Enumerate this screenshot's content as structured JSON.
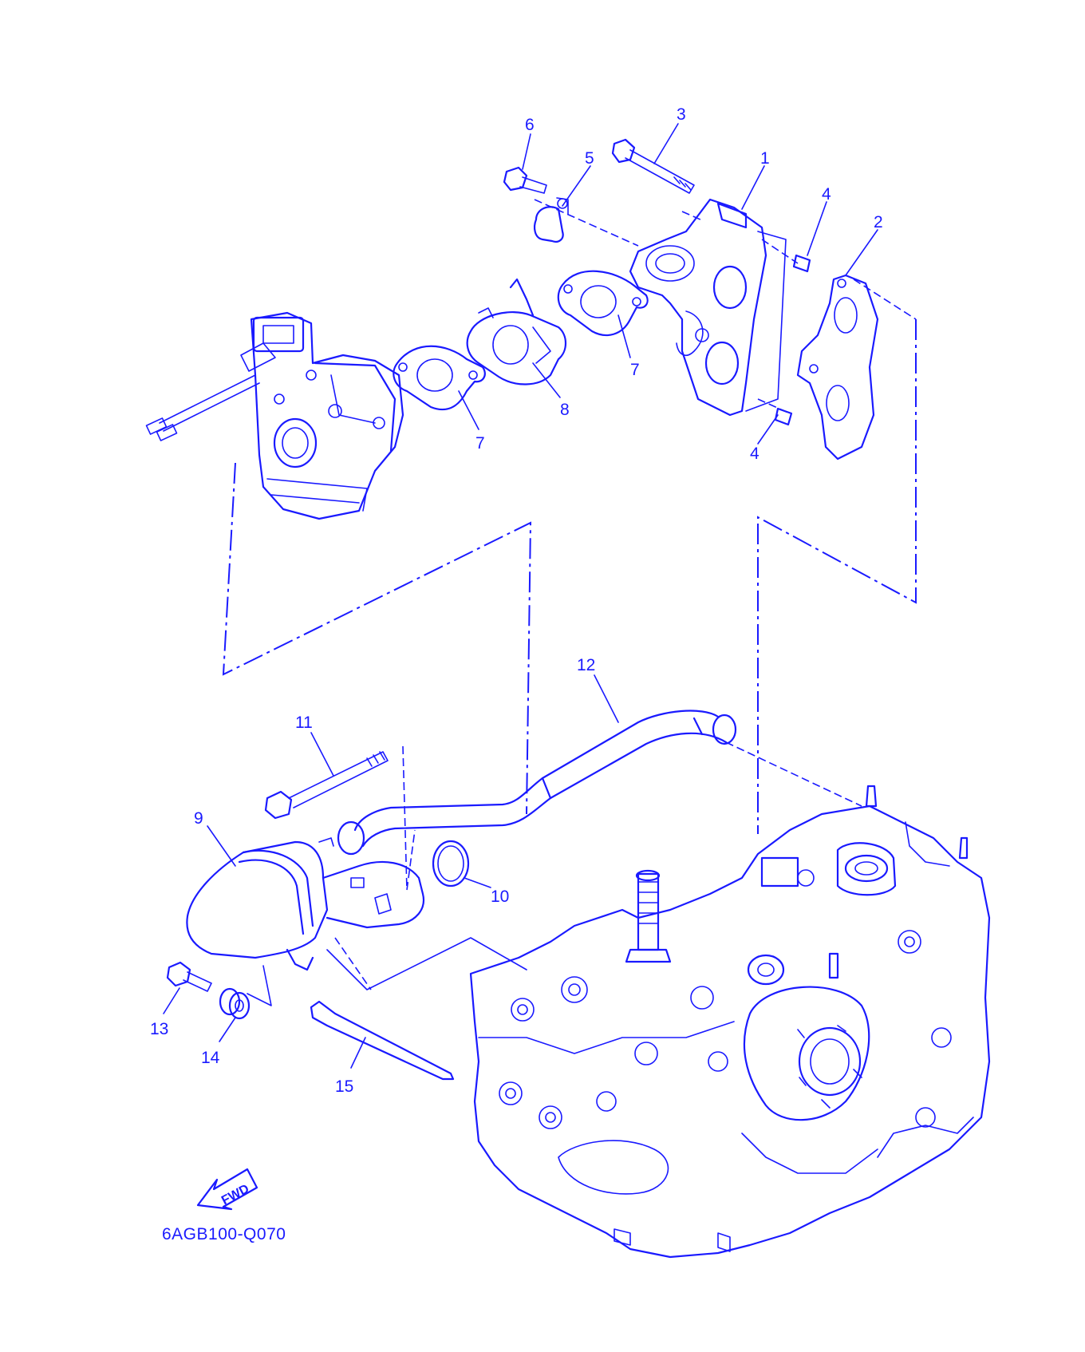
{
  "diagram": {
    "code": "6AGB100-Q070",
    "fwd_label": "FWD",
    "colors": {
      "line": "#1a1aff",
      "background": "#ffffff"
    },
    "parts": [
      {
        "id": "1",
        "label": "1"
      },
      {
        "id": "2",
        "label": "2"
      },
      {
        "id": "3",
        "label": "3"
      },
      {
        "id": "4a",
        "label": "4"
      },
      {
        "id": "4b",
        "label": "4"
      },
      {
        "id": "5",
        "label": "5"
      },
      {
        "id": "6",
        "label": "6"
      },
      {
        "id": "7a",
        "label": "7"
      },
      {
        "id": "7b",
        "label": "7"
      },
      {
        "id": "8",
        "label": "8"
      },
      {
        "id": "9",
        "label": "9"
      },
      {
        "id": "10",
        "label": "10"
      },
      {
        "id": "11",
        "label": "11"
      },
      {
        "id": "12",
        "label": "12"
      },
      {
        "id": "13",
        "label": "13"
      },
      {
        "id": "14",
        "label": "14"
      },
      {
        "id": "15",
        "label": "15"
      }
    ]
  }
}
